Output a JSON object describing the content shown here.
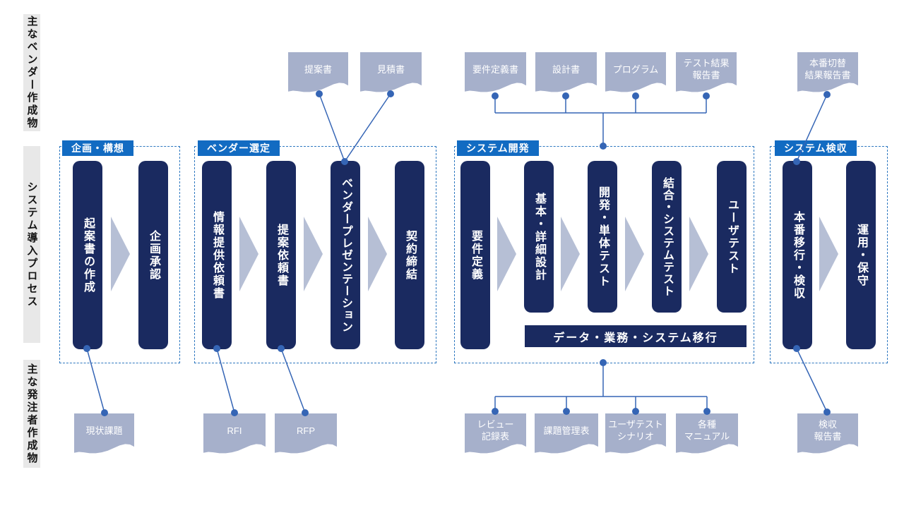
{
  "palette": {
    "step_navy": "#1a2a60",
    "header_blue": "#126bc2",
    "doc_fill": "#a6b0cb",
    "arrow_fill": "#b6bfd5",
    "connector_blue": "#3565b5",
    "dashed_border": "#2e78c0",
    "strip_bg": "#e8e8e8"
  },
  "side_labels": [
    {
      "label": "主なベンダー作成物"
    },
    {
      "label": "システム導入プロセス"
    },
    {
      "label": "主な発注者作成物"
    }
  ],
  "sections": [
    {
      "title": "企画・構想",
      "steps": [
        {
          "label": "起案書の作成"
        },
        {
          "label": "企画承認"
        }
      ]
    },
    {
      "title": "ベンダー選定",
      "steps": [
        {
          "label": "情報提供依頼書"
        },
        {
          "label": "提案依頼書"
        },
        {
          "label": "ベンダープレゼンテーション"
        },
        {
          "label": "契約締結"
        }
      ]
    },
    {
      "title": "システム開発",
      "steps": [
        {
          "label": "要件定義"
        },
        {
          "label": "基本・詳細設計"
        },
        {
          "label": "開発・単体テスト"
        },
        {
          "label": "結合・システムテスト"
        },
        {
          "label": "ユーザテスト"
        }
      ],
      "migration_bar": "データ・業務・システム移行"
    },
    {
      "title": "システム検収",
      "steps": [
        {
          "label": "本番移行・検収"
        },
        {
          "label": "運用・保守"
        }
      ]
    }
  ],
  "vendor_documents": [
    {
      "label": "提案書"
    },
    {
      "label": "見積書"
    },
    {
      "label": "要件定義書"
    },
    {
      "label": "設計書"
    },
    {
      "label": "プログラム"
    },
    {
      "label": "テスト結果\n報告書"
    },
    {
      "label": "本番切替\n結果報告書"
    }
  ],
  "orderer_documents": [
    {
      "label": "現状課題"
    },
    {
      "label": "RFI"
    },
    {
      "label": "RFP"
    },
    {
      "label": "レビュー\n記録表"
    },
    {
      "label": "課題管理表"
    },
    {
      "label": "ユーザテスト\nシナリオ"
    },
    {
      "label": "各種\nマニュアル"
    },
    {
      "label": "検収\n報告書"
    }
  ]
}
